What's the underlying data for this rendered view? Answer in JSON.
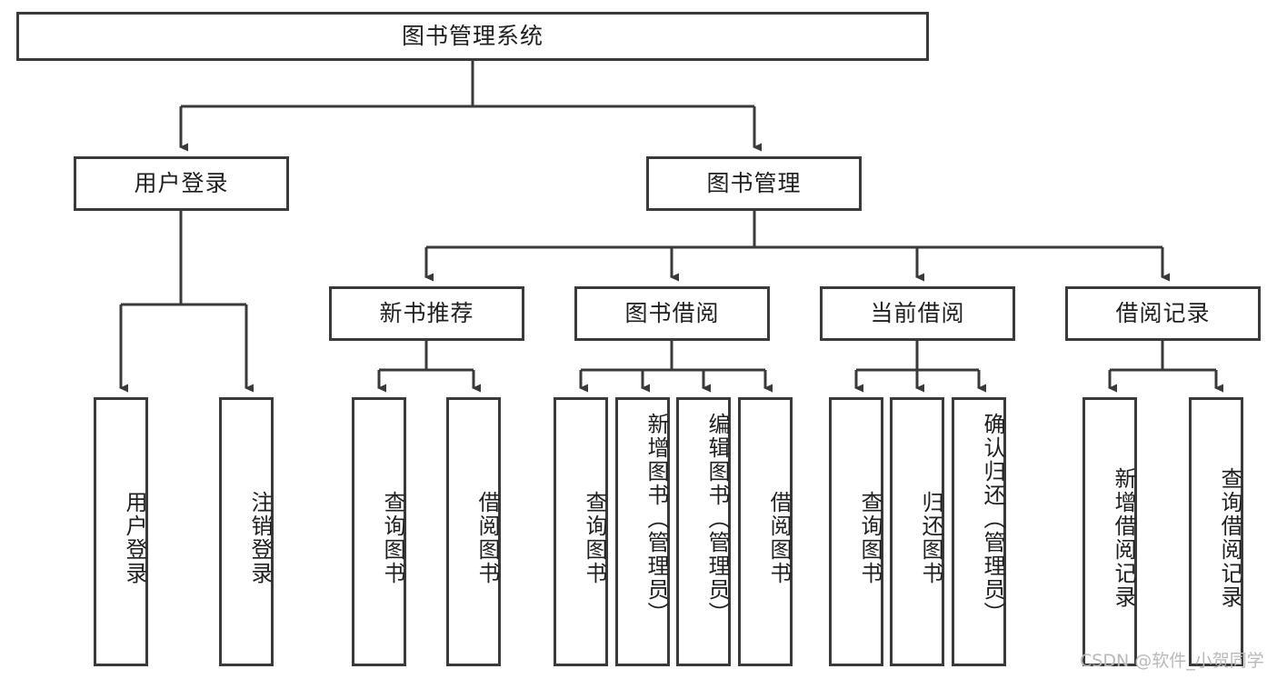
{
  "diagram": {
    "title": "图书管理系统",
    "type": "tree-hierarchy",
    "root": {
      "label": "图书管理系统"
    },
    "level2": [
      {
        "label": "用户登录"
      },
      {
        "label": "图书管理"
      }
    ],
    "level3": [
      {
        "label": "新书推荐"
      },
      {
        "label": "图书借阅"
      },
      {
        "label": "当前借阅"
      },
      {
        "label": "借阅记录"
      }
    ],
    "leaves": {
      "user_login": [
        {
          "label": "用户登录"
        },
        {
          "label": "注销登录"
        }
      ],
      "new_book_recommend": [
        {
          "label": "查询图书"
        },
        {
          "label": "借阅图书"
        }
      ],
      "book_borrow": [
        {
          "label": "查询图书"
        },
        {
          "label": "新增图书（管理员）"
        },
        {
          "label": "编辑图书（管理员）"
        },
        {
          "label": "借阅图书"
        }
      ],
      "current_borrow": [
        {
          "label": "查询图书"
        },
        {
          "label": "归还图书"
        },
        {
          "label": "确认归还（管理员）"
        }
      ],
      "borrow_record": [
        {
          "label": "新增借阅记录"
        },
        {
          "label": "查询借阅记录"
        }
      ]
    },
    "watermark": "CSDN @软件_小贺同学",
    "colors": {
      "stroke": "#3a3a3a",
      "background": "#ffffff",
      "text": "#1f1f1f",
      "watermark": "#b9b9b9"
    }
  }
}
